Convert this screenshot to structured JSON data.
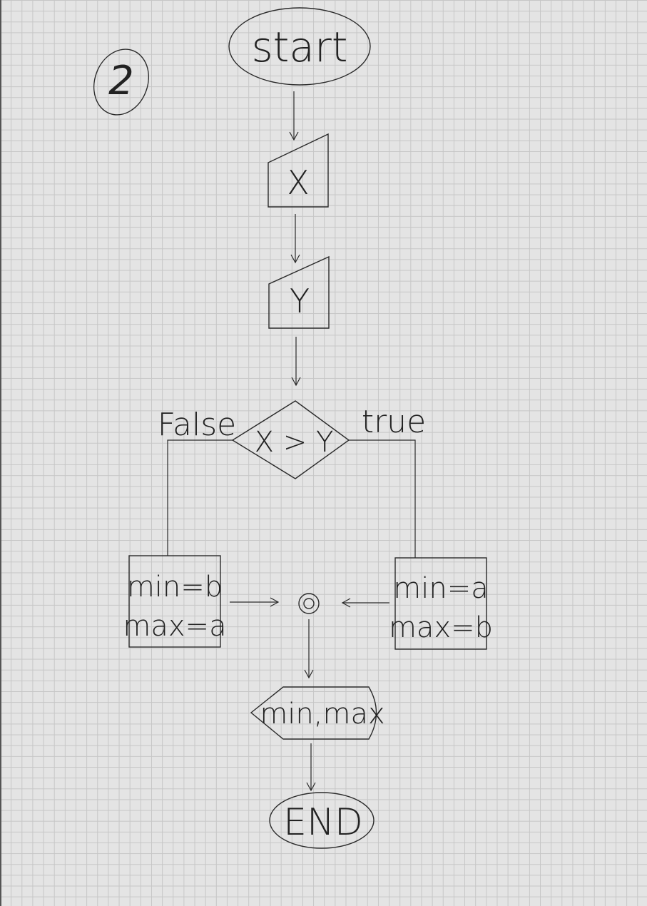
{
  "corner_number": "2",
  "nodes": {
    "start": "start",
    "input_x": "X",
    "input_y": "Y",
    "decision": "X > Y",
    "false_label": "False",
    "true_label": "true",
    "false_box": {
      "line1": "min=b",
      "line2": "max=a"
    },
    "true_box": {
      "line1": "min=a",
      "line2": "max=b"
    },
    "output": "min,max",
    "end": "END"
  }
}
